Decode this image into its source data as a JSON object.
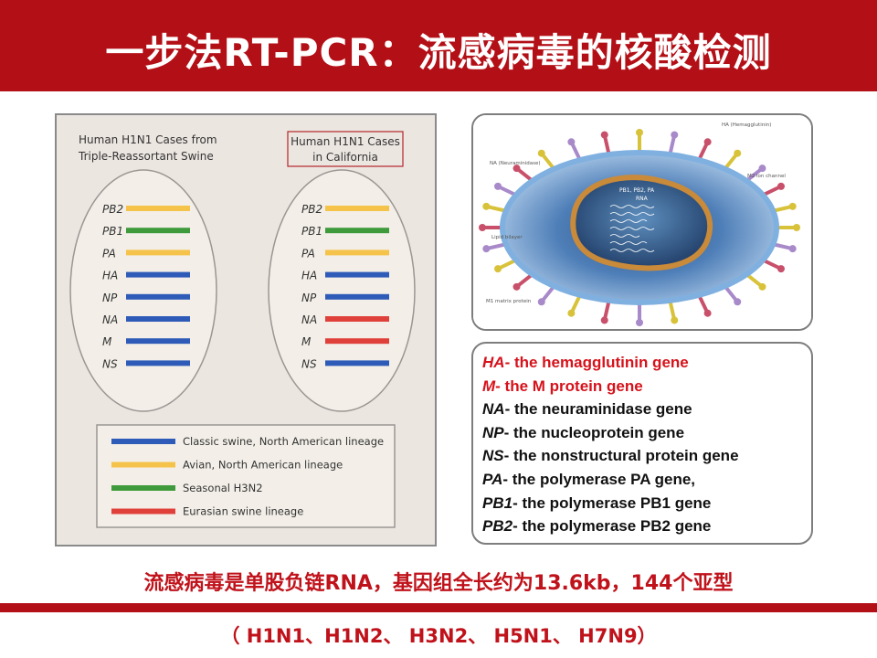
{
  "title": "一步法RT-PCR：流感病毒的核酸检测",
  "figure": {
    "left_heading": [
      "Human H1N1 Cases from",
      "Triple-Reassortant Swine"
    ],
    "right_heading": [
      "Human H1N1 Cases",
      "in California"
    ],
    "segments": [
      "PB2",
      "PB1",
      "PA",
      "HA",
      "NP",
      "NA",
      "M",
      "NS"
    ],
    "left_lineages": [
      "avian",
      "seasonal",
      "avian",
      "classic",
      "classic",
      "classic",
      "classic",
      "classic"
    ],
    "right_lineages": [
      "avian",
      "seasonal",
      "avian",
      "classic",
      "classic",
      "eurasian",
      "eurasian",
      "classic"
    ],
    "lineage_legend": [
      {
        "key": "classic",
        "label": "Classic swine, North American lineage",
        "color": "#2e5bb8"
      },
      {
        "key": "avian",
        "label": "Avian, North American lineage",
        "color": "#f5c34a"
      },
      {
        "key": "seasonal",
        "label": "Seasonal H3N2",
        "color": "#3f9a3c"
      },
      {
        "key": "eurasian",
        "label": "Eurasian swine lineage",
        "color": "#e0403a"
      }
    ]
  },
  "virus_labels": {
    "ha": "HA (Hemagglutinin)",
    "na": "NA (Neuraminidase)",
    "m2": "M2 ion channel",
    "lipid": "Lipid bilayer",
    "m1": "M1 matrix protein",
    "core_title": "PB1, PB2, PA",
    "rna": "RNA"
  },
  "genes": [
    {
      "abbr": "HA",
      "desc": "- the hemagglutinin gene",
      "highlight": true
    },
    {
      "abbr": "M",
      "desc": "- the M protein gene",
      "highlight": true
    },
    {
      "abbr": "NA",
      "desc": "- the neuraminidase gene",
      "highlight": false
    },
    {
      "abbr": "NP",
      "desc": "- the nucleoprotein gene",
      "highlight": false
    },
    {
      "abbr": "NS",
      "desc": "- the nonstructural protein gene",
      "highlight": false
    },
    {
      "abbr": "PA",
      "desc": "- the polymerase PA gene,",
      "highlight": false
    },
    {
      "abbr": "PB1",
      "desc": "- the polymerase PB1 gene",
      "highlight": false
    },
    {
      "abbr": "PB2",
      "desc": "- the polymerase PB2 gene",
      "highlight": false
    }
  ],
  "caption": "流感病毒是单股负链RNA，基因组全长约为13.6kb，144个亚型",
  "subtypes": "（ H1N1、H1N2、 H3N2、 H5N1、 H7N9）",
  "colors": {
    "brand_red": "#b30f16",
    "highlight_red": "#d6121b"
  }
}
